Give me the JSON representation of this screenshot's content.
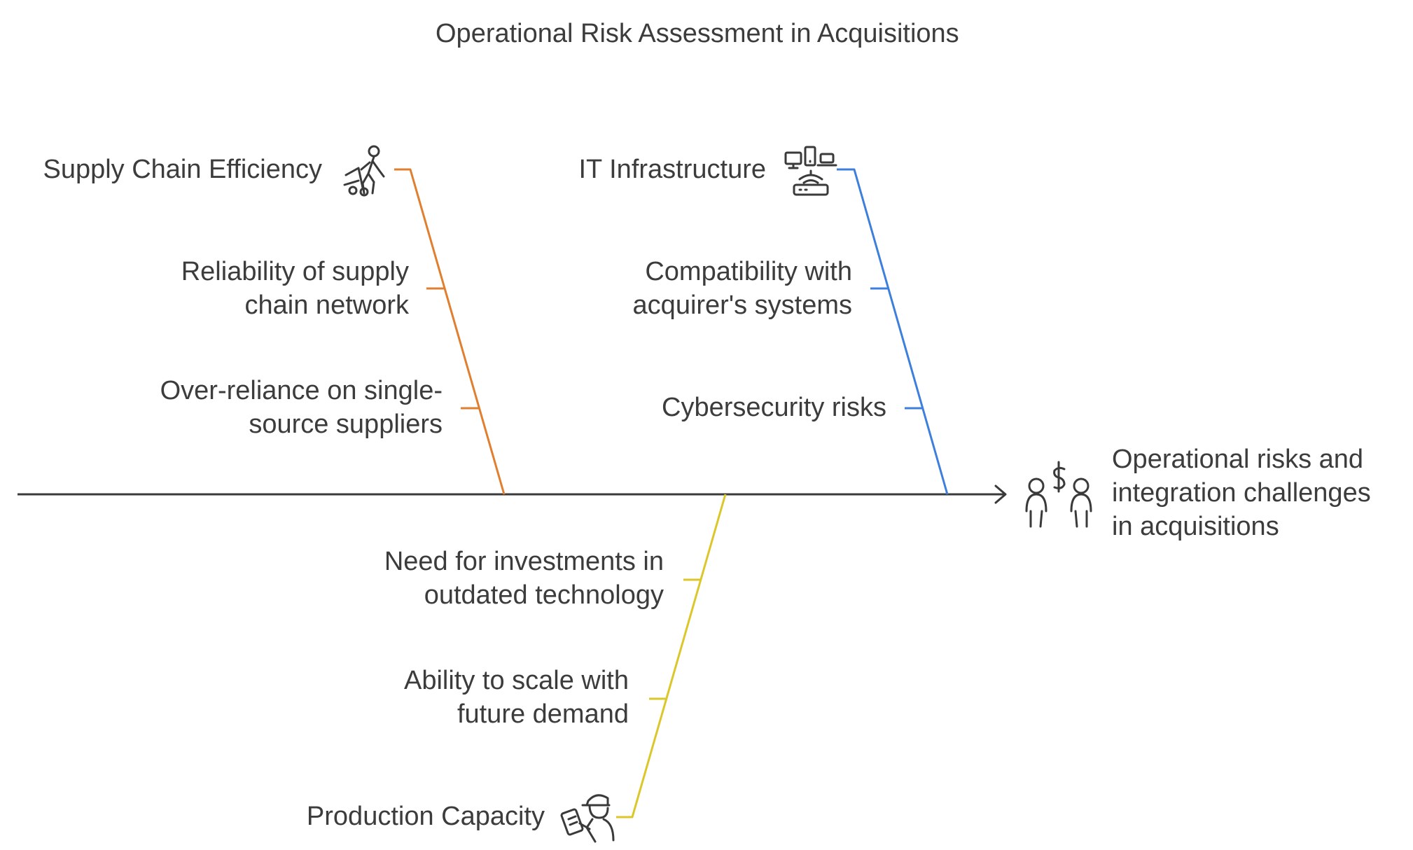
{
  "title": "Operational Risk Assessment in Acquisitions",
  "effect": {
    "lines": [
      "Operational risks and",
      "integration challenges",
      "in acquisitions"
    ],
    "icon": "people-money-icon"
  },
  "categories": {
    "supply_chain": {
      "title": "Supply Chain Efficiency",
      "icon": "worker-hand-truck-icon",
      "color": "#e07f2f",
      "causes": [
        {
          "lines": [
            "Reliability of supply",
            "chain network"
          ]
        },
        {
          "lines": [
            "Over-reliance on single-",
            "source suppliers"
          ]
        }
      ]
    },
    "it_infrastructure": {
      "title": "IT Infrastructure",
      "icon": "devices-router-icon",
      "color": "#3f7fdc",
      "causes": [
        {
          "lines": [
            "Compatibility with",
            "acquirer's systems"
          ]
        },
        {
          "lines": [
            "Cybersecurity risks"
          ]
        }
      ]
    },
    "production_capacity": {
      "title": "Production Capacity",
      "icon": "worker-clipboard-icon",
      "color": "#dcc72a",
      "causes": [
        {
          "lines": [
            "Need for investments in",
            "outdated technology"
          ]
        },
        {
          "lines": [
            "Ability to scale with",
            "future demand"
          ]
        }
      ]
    }
  },
  "spine_color": "#3a3a3a"
}
